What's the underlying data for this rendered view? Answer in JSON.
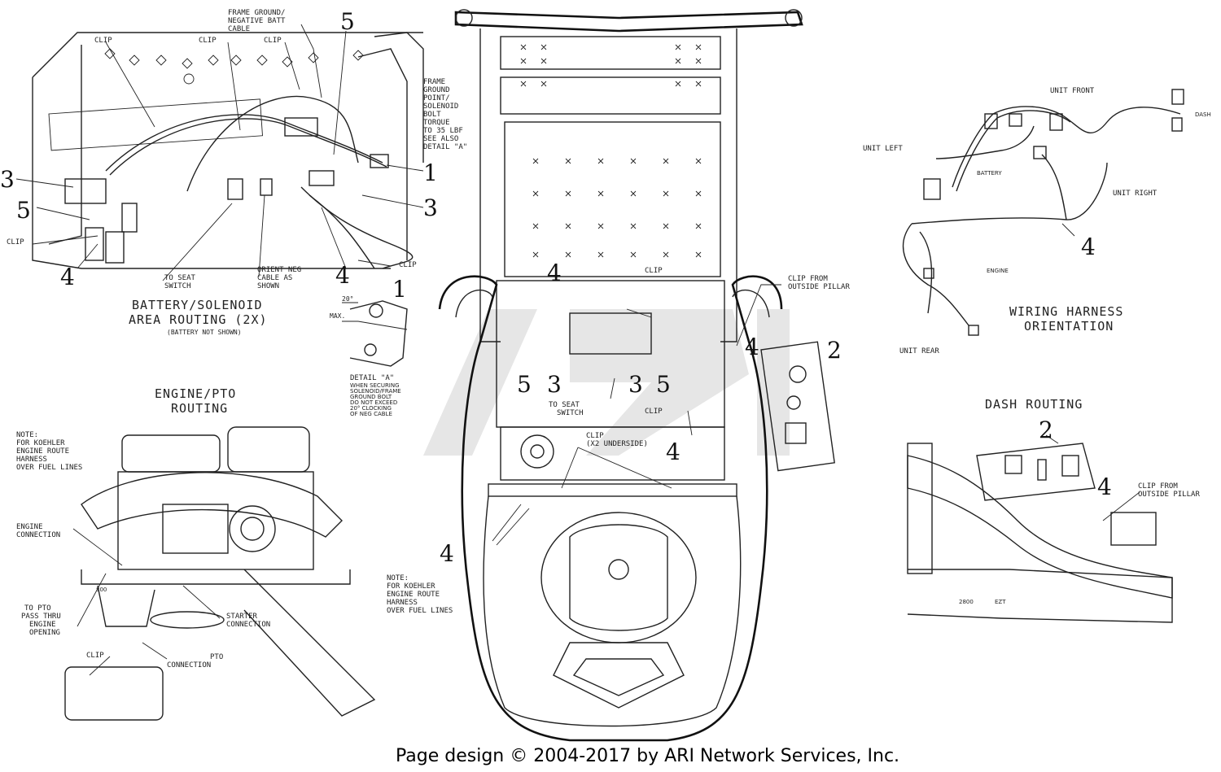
{
  "footer": {
    "copyright": "Page design © 2004-2017 by ARI Network Services, Inc."
  },
  "views": {
    "battery": {
      "title_1": "BATTERY/SOLENOID",
      "title_2": "AREA ROUTING (2X)",
      "subtitle": "(BATTERY NOT SHOWN)"
    },
    "engine_pto": {
      "title_1": "ENGINE/PTO",
      "title_2": "ROUTING"
    },
    "harness": {
      "title_1": "WIRING HARNESS",
      "title_2": "ORIENTATION"
    },
    "dash": {
      "title": "DASH ROUTING"
    }
  },
  "labels": {
    "clip": "CLIP",
    "frame_ground_1": "FRAME GROUND/",
    "frame_ground_2": "NEGATIVE BATT",
    "frame_ground_3": "CABLE",
    "frame_pt": [
      "FRAME",
      "GROUND",
      "POINT/",
      "SOLENOID",
      "BOLT",
      "TORQUE",
      "TO 35 LBF",
      "SEE ALSO",
      "DETAIL \"A\""
    ],
    "to_seat_1": "TO SEAT",
    "to_seat_2": "SWITCH",
    "orient_neg": [
      "ORIENT NEG",
      "CABLE AS",
      "SHOWN"
    ],
    "angle": "20°",
    "max": "MAX.",
    "detail_a": "DETAIL \"A\"",
    "detail_a_note": [
      "WHEN SECURING",
      "SOLENOID/FRAME",
      "GROUND BOLT",
      "DO NOT EXCEED",
      "20° CLOCKING",
      "OF NEG CABLE"
    ],
    "koehler_note": [
      "NOTE:",
      "FOR KOEHLER",
      "ENGINE ROUTE",
      "HARNESS",
      "OVER FUEL LINES"
    ],
    "engine_conn": [
      "ENGINE",
      "CONNECTION"
    ],
    "to_pto": [
      "TO PTO",
      "PASS THRU",
      "ENGINE",
      "OPENING"
    ],
    "starter_conn": [
      "STARTER",
      "CONNECTION"
    ],
    "pto_conn": [
      "PTO",
      "CONNECTION"
    ],
    "clip_pillar": [
      "CLIP FROM",
      "OUTSIDE PILLAR"
    ],
    "clip_x2": [
      "CLIP",
      "(X2 UNDERSIDE)"
    ],
    "unit_front": "UNIT FRONT",
    "unit_left": "UNIT LEFT",
    "unit_right": "UNIT RIGHT",
    "unit_rear": "UNIT REAR",
    "battery": "BATTERY",
    "engine": "ENGINE",
    "dash": "DASH",
    "model_800": "800",
    "model_2800": "2800",
    "ezt": "EZT"
  },
  "callouts": {
    "n1": "1",
    "n2": "2",
    "n3": "3",
    "n4": "4",
    "n5": "5"
  },
  "watermark": "ARI"
}
